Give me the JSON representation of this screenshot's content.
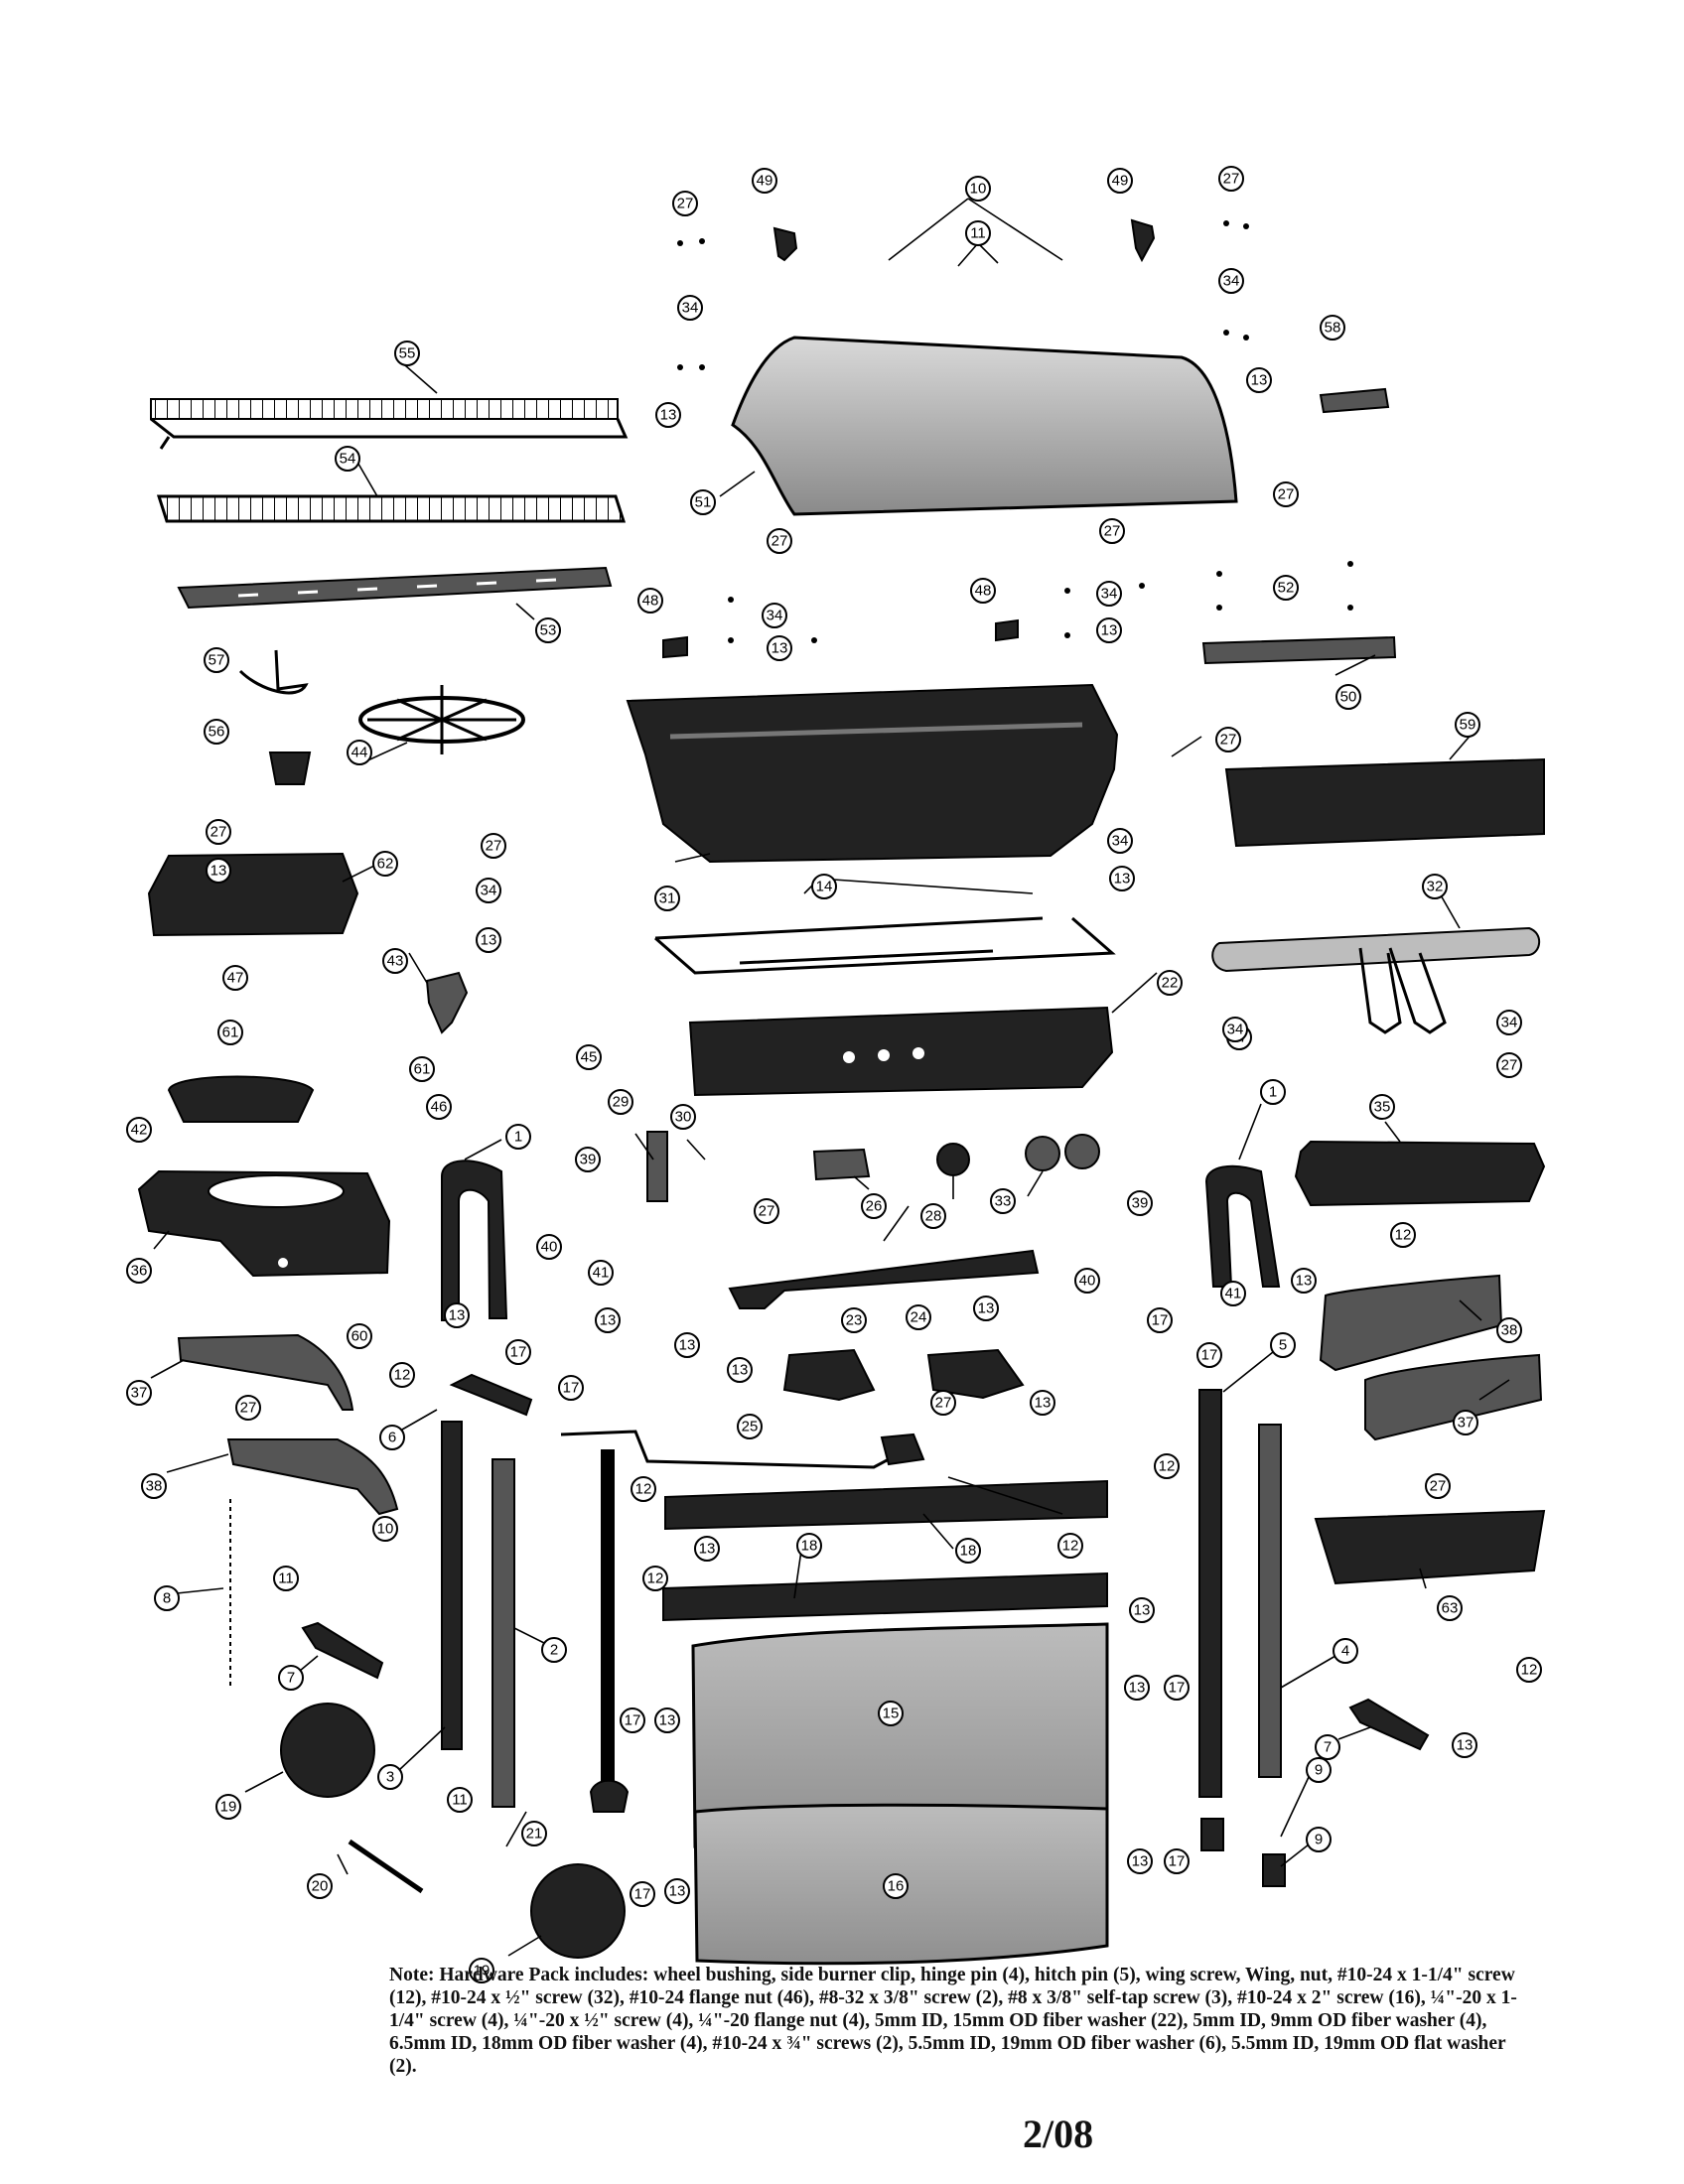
{
  "callouts": [
    "1",
    "2",
    "3",
    "4",
    "5",
    "6",
    "7",
    "8",
    "9",
    "10",
    "11",
    "12",
    "13",
    "14",
    "15",
    "16",
    "17",
    "18",
    "19",
    "20",
    "21",
    "22",
    "23",
    "24",
    "25",
    "26",
    "27",
    "28",
    "29",
    "30",
    "31",
    "32",
    "33",
    "34",
    "35",
    "36",
    "37",
    "38",
    "39",
    "40",
    "41",
    "42",
    "43",
    "44",
    "45",
    "46",
    "47",
    "48",
    "49",
    "50",
    "51",
    "52",
    "53",
    "54",
    "55",
    "56",
    "57",
    "58",
    "59",
    "60",
    "61",
    "62",
    "63"
  ],
  "note": {
    "label": "Note:",
    "text": "Hardware Pack includes: wheel bushing, side burner clip, hinge pin (4), hitch pin (5), wing screw, Wing, nut, #10-24 x 1-1/4\" screw (12), #10-24 x ½\" screw (32), #10-24 flange nut (46), #8-32 x 3/8\" screw (2), #8 x 3/8\" self-tap screw (3), #10-24 x 2\" screw (16), ¼\"-20 x 1-1/4\" screw (4), ¼\"-20 x ½\" screw (4), ¼\"-20 flange nut (4), 5mm ID, 15mm OD fiber washer (22), 5mm ID, 9mm OD fiber washer (4), 6.5mm ID, 18mm OD fiber washer (4), #10-24 x ¾\" screws (2), 5.5mm ID, 19mm OD fiber washer (6), 5.5mm ID, 19mm OD flat washer (2)."
  },
  "date_code": "2/08"
}
